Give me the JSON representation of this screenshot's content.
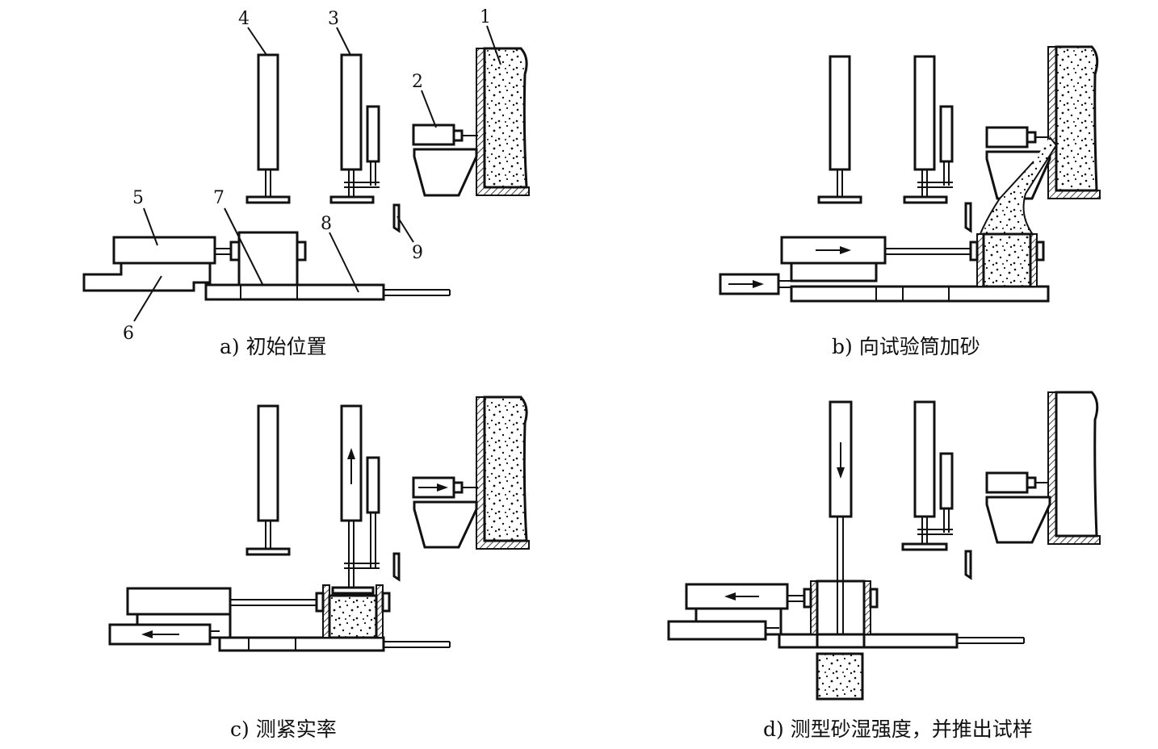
{
  "panels": [
    {
      "id": "a",
      "caption": "a) 初始位置"
    },
    {
      "id": "b",
      "caption": "b) 向试验筒加砂"
    },
    {
      "id": "c",
      "caption": "c) 测紧实率"
    },
    {
      "id": "d",
      "caption": "d) 测型砂湿强度，并推出试样"
    }
  ],
  "part_labels": [
    "1",
    "2",
    "3",
    "4",
    "5",
    "6",
    "7",
    "8",
    "9"
  ],
  "colors": {
    "line": "#111111",
    "background": "#ffffff"
  }
}
